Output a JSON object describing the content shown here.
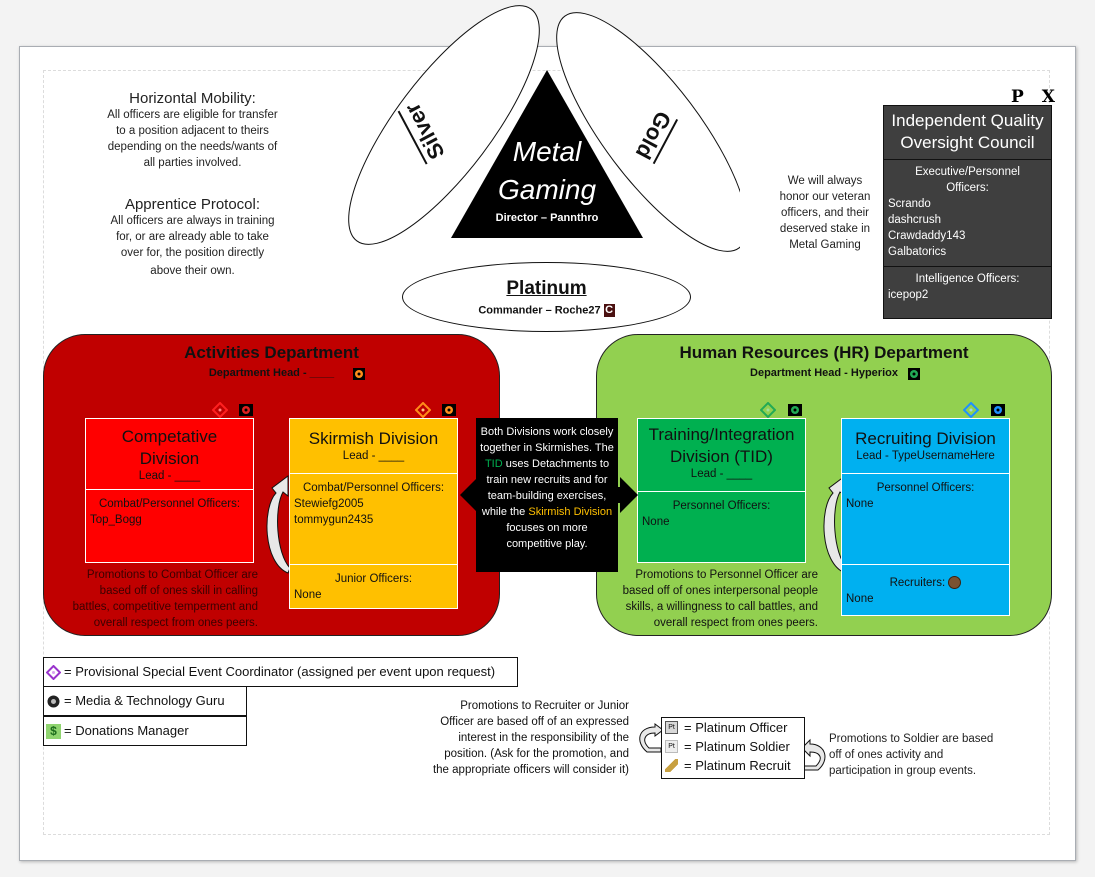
{
  "notes": {
    "horizontal_title": "Horizontal Mobility:",
    "horizontal_body": [
      "All officers are eligible for transfer",
      "to a position adjacent to theirs",
      "depending on the needs/wants of",
      "all parties involved."
    ],
    "apprentice_title": "Apprentice Protocol:",
    "apprentice_body": [
      "All officers are always in training",
      "for, or are already able to take",
      "over for, the position directly",
      "above their own."
    ],
    "veteran": [
      "We will always",
      "honor our veteran",
      "officers, and their",
      "deserved stake in",
      "Metal Gaming"
    ]
  },
  "center": {
    "title_line1": "Metal",
    "title_line2": "Gaming",
    "director": "Director – Pannthro",
    "silver": "Silver",
    "gold": "Gold",
    "platinum": "Platinum",
    "commander": "Commander – Roche27",
    "commander_badge": "C"
  },
  "council": {
    "badges": "P X",
    "title": [
      "Independent Quality",
      "Oversight Council"
    ],
    "exec_label": [
      "Executive/Personnel",
      "Officers:"
    ],
    "exec_names": [
      "Scrando",
      "dashcrush",
      "Crawdaddy143",
      "Galbatorics"
    ],
    "intel_label": "Intelligence Officers:",
    "intel_names": [
      "icepop2"
    ]
  },
  "activities": {
    "title": "Activities Department",
    "head": "Department Head - ____",
    "color": "#c00000",
    "competitive": {
      "title": [
        "Competative",
        "Division"
      ],
      "lead": "Lead - ____",
      "officers_label": "Combat/Personnel Officers:",
      "officers": [
        "Top_Bogg"
      ],
      "color": "#ff0000"
    },
    "skirmish": {
      "title": "Skirmish Division",
      "lead": "Lead - ____",
      "officers_label": "Combat/Personnel Officers:",
      "officers": [
        "Stewiefg2005",
        "tommygun2435"
      ],
      "junior_label": "Junior Officers:",
      "junior": [
        "None"
      ],
      "color": "#ffc000"
    },
    "promo": [
      "Promotions to Combat Officer are",
      "based off of ones skill in calling",
      "battles, competitive temperment and",
      "overall respect from ones peers."
    ]
  },
  "hr": {
    "title": "Human Resources (HR) Department",
    "head": "Department Head - Hyperiox",
    "color": "#92d050",
    "tid": {
      "title": [
        "Training/Integration",
        "Division (TID)"
      ],
      "lead": "Lead - ____",
      "officers_label": "Personnel Officers:",
      "officers": [
        "None"
      ],
      "color": "#00b050"
    },
    "recruiting": {
      "title": "Recruiting Division",
      "lead": "Lead - TypeUsernameHere",
      "officers_label": "Personnel Officers:",
      "officers": [
        "None"
      ],
      "recruiters_label": "Recruiters:",
      "recruiters": [
        "None"
      ],
      "color": "#00b0f0"
    },
    "promo": [
      "Promotions to Personnel Officer are",
      "based off of ones interpersonal people",
      "skills, a willingness to call battles, and",
      "overall respect from ones peers."
    ]
  },
  "info": {
    "parts": [
      {
        "text": "Both Divisions work closely together in Skirmishes. The ",
        "color": "#ffffff"
      },
      {
        "text": "TID",
        "color": "#00b050"
      },
      {
        "text": " uses Detachments to train new recruits and for team-building exercises, while the ",
        "color": "#ffffff"
      },
      {
        "text": "Skirmish Division",
        "color": "#ffc000"
      },
      {
        "text": " focuses on more competitive play.",
        "color": "#ffffff"
      }
    ]
  },
  "legend": {
    "coordinator": "= Provisional Special Event Coordinator (assigned per event upon request)",
    "media": "= Media & Technology Guru",
    "donations": "= Donations Manager"
  },
  "ranks": {
    "promo_recruiter": [
      "Promotions to Recruiter or Junior",
      "Officer are based off of an expressed",
      "interest in the responsibility of the",
      "position. (Ask for the promotion, and",
      "the appropriate officers will consider it)"
    ],
    "officer": "= Platinum Officer",
    "soldier": "= Platinum Soldier",
    "recruit": "= Platinum Recruit",
    "pt_label": "Pt",
    "promo_soldier": [
      "Promotions to Soldier are based",
      "off of ones activity and",
      "participation in group events."
    ]
  }
}
